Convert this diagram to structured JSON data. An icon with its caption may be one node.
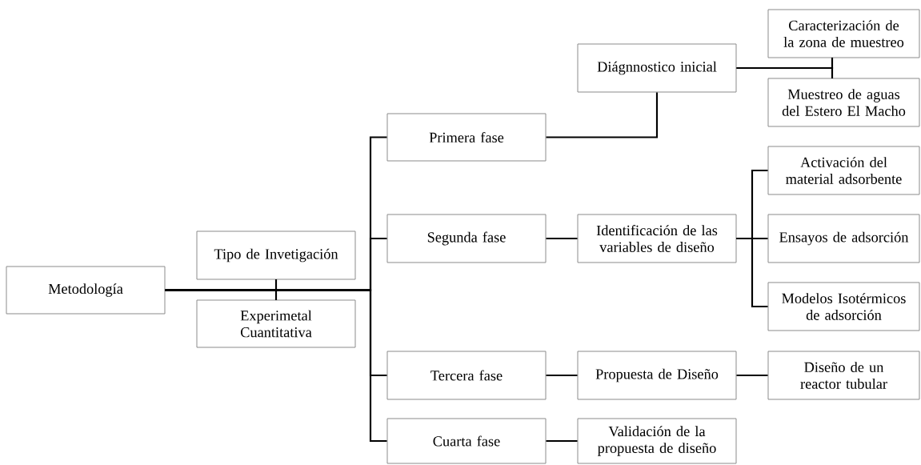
{
  "diagram": {
    "nodes": [
      {
        "text": [
          "Metodología"
        ]
      },
      {
        "text": [
          "Tipo de Invetigación"
        ]
      },
      {
        "text": [
          "Experimetal Cuantitativa"
        ]
      },
      {
        "text": [
          "Primera fase"
        ]
      },
      {
        "text": [
          "Diágnnostico inicial"
        ]
      },
      {
        "text": [
          "Caracterización de la zona de muestreo"
        ]
      },
      {
        "text": [
          "Muestreo de aguas del Estero El Macho"
        ]
      },
      {
        "text": [
          "Segunda fase"
        ]
      },
      {
        "text": [
          "Identificación de las variables de diseño"
        ]
      },
      {
        "text": [
          "Activación del material adsorbente"
        ]
      },
      {
        "text": [
          "Ensayos de adsorción"
        ]
      },
      {
        "text": [
          "Modelos Isotérmicos de adsorción"
        ]
      },
      {
        "text": [
          "Tercera fase"
        ]
      },
      {
        "text": [
          "Propuesta de Diseño"
        ]
      },
      {
        "text": [
          "Diseño de un reactor tubular"
        ]
      },
      {
        "text": [
          "Cuarta fase"
        ]
      },
      {
        "text": [
          "Validación de la propuesta de diseño"
        ]
      }
    ],
    "edges": [
      {
        "from": 0,
        "to": 1,
        "arrow": "none"
      },
      {
        "from": 0,
        "to": 2,
        "arrow": "none"
      },
      {
        "from": 0,
        "to": 3,
        "arrow": "none"
      },
      {
        "from": 0,
        "to": 7,
        "arrow": "none"
      },
      {
        "from": 0,
        "to": 12,
        "arrow": "none"
      },
      {
        "from": 0,
        "to": 15,
        "arrow": "none"
      },
      {
        "from": 3,
        "to": 4,
        "arrow": "none"
      },
      {
        "from": 4,
        "to": 5,
        "arrow": "none"
      },
      {
        "from": 4,
        "to": 6,
        "arrow": "none"
      },
      {
        "from": 7,
        "to": 8,
        "arrow": "none"
      },
      {
        "from": 8,
        "to": 9,
        "arrow": "none"
      },
      {
        "from": 8,
        "to": 10,
        "arrow": "none"
      },
      {
        "from": 8,
        "to": 11,
        "arrow": "none"
      },
      {
        "from": 12,
        "to": 13,
        "arrow": "none"
      },
      {
        "from": 13,
        "to": 14,
        "arrow": "none"
      },
      {
        "from": 15,
        "to": 16,
        "arrow": "none"
      }
    ]
  }
}
